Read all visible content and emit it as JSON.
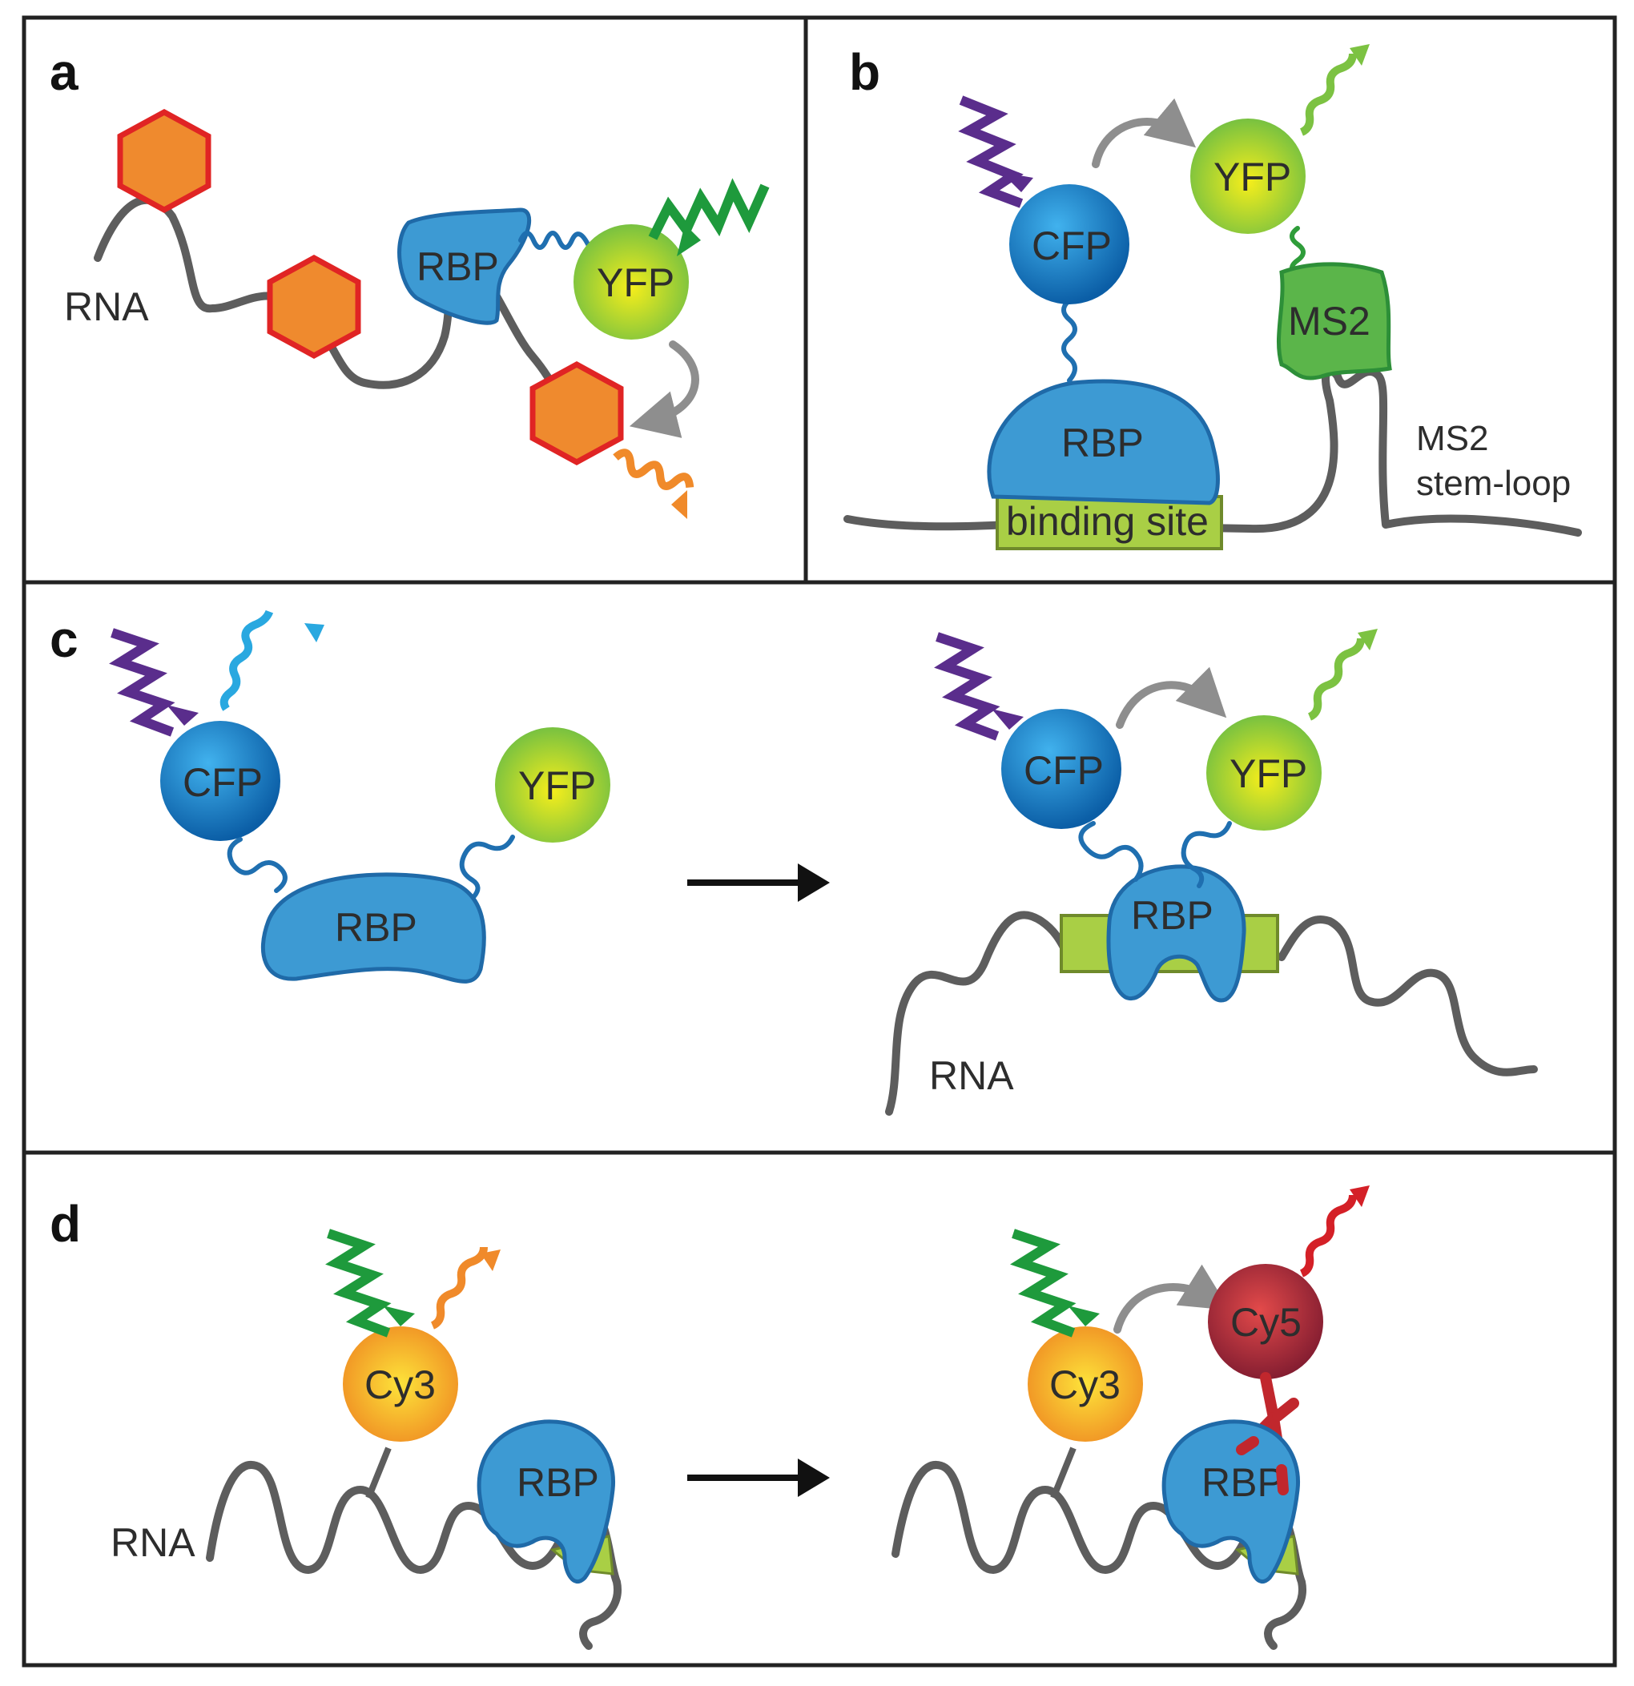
{
  "panels": {
    "a": {
      "letter": "a",
      "rna_label": "RNA",
      "rbp_label": "RBP",
      "fp_label": "YFP"
    },
    "b": {
      "letter": "b",
      "cfp_label": "CFP",
      "yfp_label": "YFP",
      "ms2_label": "MS2",
      "rbp_label": "RBP",
      "site_label": "binding site",
      "stemloop_label_line1": "MS2",
      "stemloop_label_line2": "stem-loop"
    },
    "c": {
      "letter": "c",
      "left": {
        "cfp_label": "CFP",
        "yfp_label": "YFP",
        "rbp_label": "RBP"
      },
      "right": {
        "cfp_label": "CFP",
        "yfp_label": "YFP",
        "rbp_label": "RBP",
        "rna_label": "RNA"
      }
    },
    "d": {
      "letter": "d",
      "left": {
        "cy3_label": "Cy3",
        "rbp_label": "RBP",
        "rna_label": "RNA"
      },
      "right": {
        "cy3_label": "Cy3",
        "cy5_label": "Cy5",
        "rbp_label": "RBP"
      }
    }
  },
  "colors": {
    "rna": "#5d5d5d",
    "rbp": "#3d9ad3",
    "binding_site": "#a9cf45",
    "ms2": "#5bb54a",
    "hexagon_fill": "#ef8a2e",
    "hexagon_stroke": "#e02424",
    "emission_purple": "#5a2d8c",
    "emission_cyan": "#29a8e0",
    "emission_green": "#1e9a3c",
    "emission_lightgreen": "#7cc242",
    "emission_orange": "#f08a2a",
    "emission_red": "#d42027",
    "antibody": "#c1272d"
  },
  "icons": [
    "fluorophore-icon",
    "emission-wave-icon",
    "energy-transfer-arrow-icon",
    "reaction-arrow-icon",
    "hexagon-label-icon",
    "antibody-icon"
  ]
}
